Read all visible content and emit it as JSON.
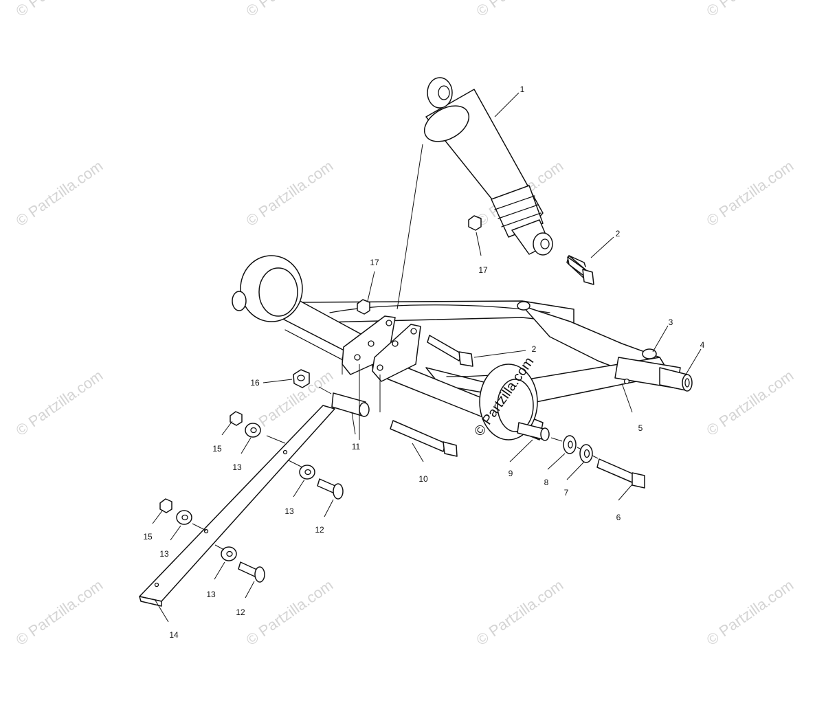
{
  "watermark": {
    "text": "© Partzilla.com"
  },
  "callouts": {
    "c1": "1",
    "c2a": "2",
    "c2b": "2",
    "c3": "3",
    "c4": "4",
    "c5": "5",
    "c6": "6",
    "c7": "7",
    "c8": "8",
    "c9": "9",
    "c10": "10",
    "c11": "11",
    "c12a": "12",
    "c12b": "12",
    "c13a": "13",
    "c13b": "13",
    "c13c": "13",
    "c13d": "13",
    "c14": "14",
    "c15a": "15",
    "c15b": "15",
    "c16": "16",
    "c17a": "17",
    "c17b": "17"
  }
}
